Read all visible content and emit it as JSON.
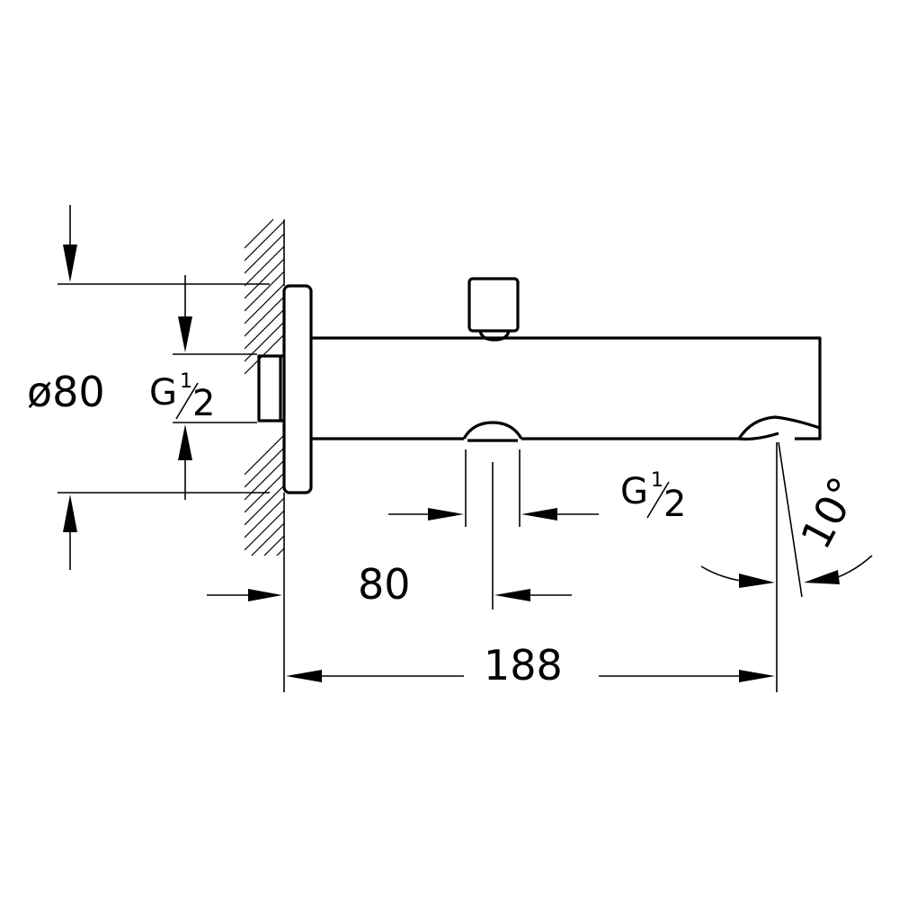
{
  "dimensions": {
    "flange_diameter": "ø80",
    "inlet_thread": {
      "g": "G",
      "num": "1",
      "den": "2"
    },
    "diverter_thread": {
      "g": "G",
      "num": "1",
      "den": "2"
    },
    "diverter_distance": "80",
    "overall_length": "188",
    "outlet_angle": "10°"
  }
}
